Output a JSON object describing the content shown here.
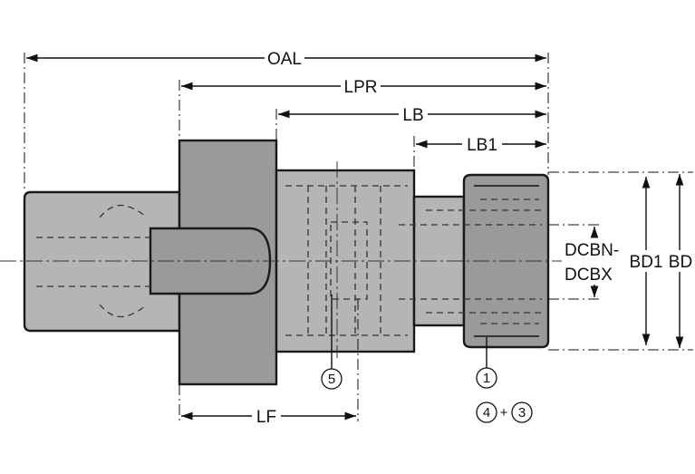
{
  "dimensions": {
    "oal": "OAL",
    "lpr": "LPR",
    "lb": "LB",
    "lb1": "LB1",
    "lf": "LF",
    "dcbn": "DCBN-",
    "dcbx": "DCBX",
    "bd1": "BD1",
    "bd": "BD"
  },
  "callouts": {
    "c1": "1",
    "c3": "3",
    "c4": "4",
    "c5": "5",
    "plus": "+"
  }
}
